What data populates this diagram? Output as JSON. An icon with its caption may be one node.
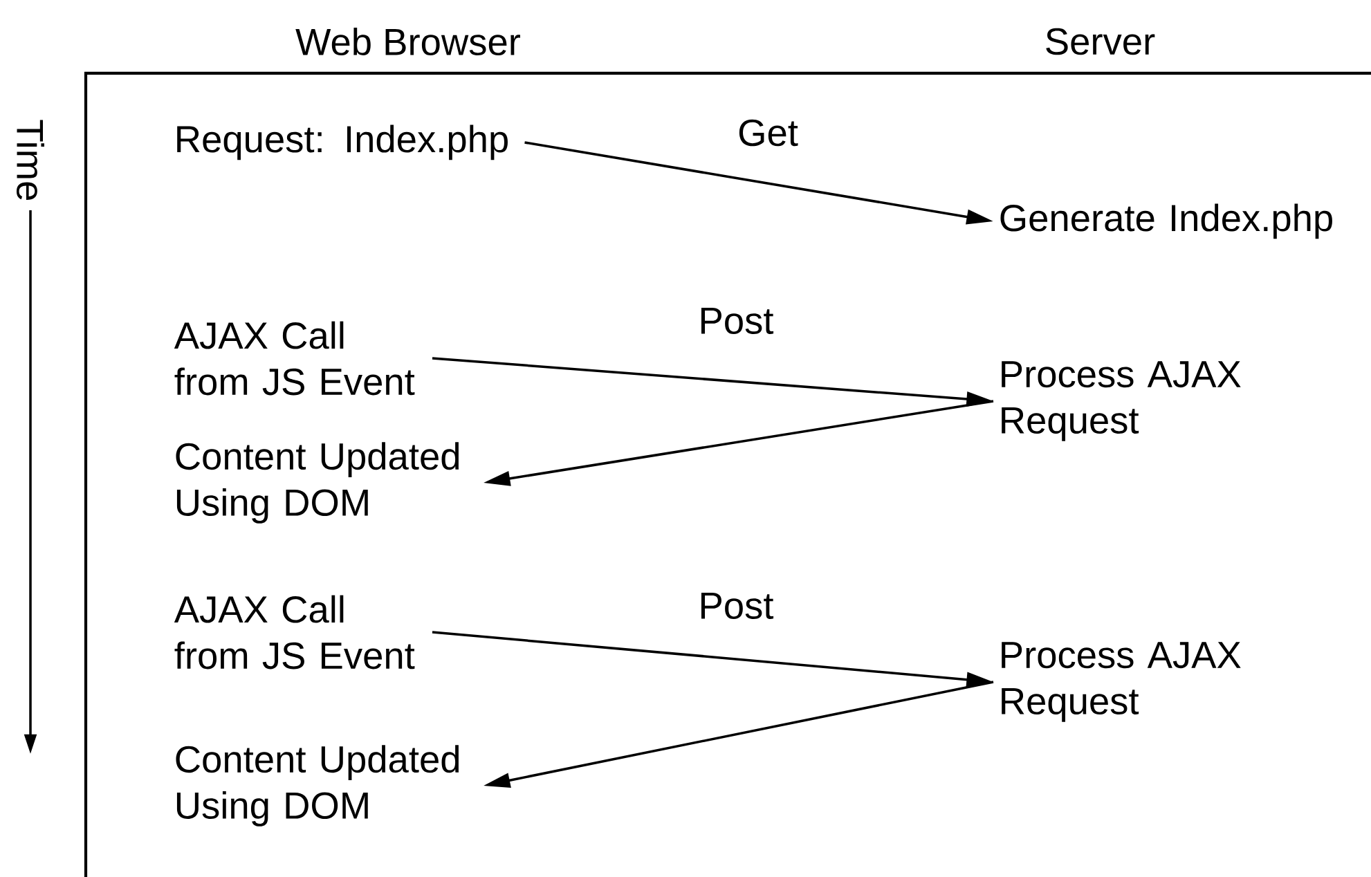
{
  "diagram": {
    "nodes": [
      {
        "text": [
          "Request: Index.php"
        ]
      },
      {
        "text": [
          "Generate Index.php"
        ]
      },
      {
        "text": [
          "AJAX Call from JS Event"
        ]
      },
      {
        "text": [
          "Process AJAX Request"
        ]
      },
      {
        "text": [
          "Content Updated Using DOM"
        ]
      },
      {
        "text": [
          "AJAX Call from JS Event"
        ]
      },
      {
        "text": [
          "Process AJAX Request"
        ]
      },
      {
        "text": [
          "Content Updated Using DOM"
        ]
      }
    ],
    "edges": [
      {
        "from": 0,
        "to": 1,
        "arrow": "to",
        "label": "Get"
      },
      {
        "from": 2,
        "to": 3,
        "arrow": "to",
        "label": "Post"
      },
      {
        "from": 3,
        "to": 4,
        "arrow": "to"
      },
      {
        "from": 5,
        "to": 6,
        "arrow": "to",
        "label": "Post"
      },
      {
        "from": 6,
        "to": 7,
        "arrow": "to"
      }
    ],
    "labels": [
      "Web Browser",
      "Server",
      "Time"
    ]
  }
}
